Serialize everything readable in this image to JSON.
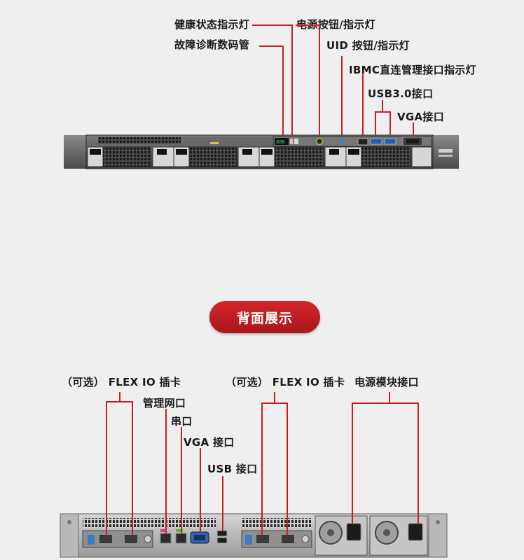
{
  "front": {
    "labels": {
      "health_led": "健康状态指示灯",
      "fault_display": "故障诊断数码管",
      "power_button": "电源按钮/指示灯",
      "uid_button": "UID 按钮/指示灯",
      "ibmc_port_led": "IBMC直连管理接口指示灯",
      "usb3_port": "USB3.0接口",
      "vga_port": "VGA接口"
    },
    "digit_display": "888"
  },
  "section_title": "背面展示",
  "rear": {
    "labels": {
      "flex_io_left": "（可选） FLEX IO 插卡",
      "mgmt_port": "管理网口",
      "serial_port": "串口",
      "vga_port": "VGA 接口",
      "usb_port": "USB 接口",
      "flex_io_right": "（可选） FLEX IO 插卡",
      "psu_port": "电源模块接口"
    }
  },
  "colors": {
    "leader_line": "#c81f25",
    "pill": "#c3202a",
    "chassis": "#5a5a5a",
    "background": "#efefef"
  }
}
